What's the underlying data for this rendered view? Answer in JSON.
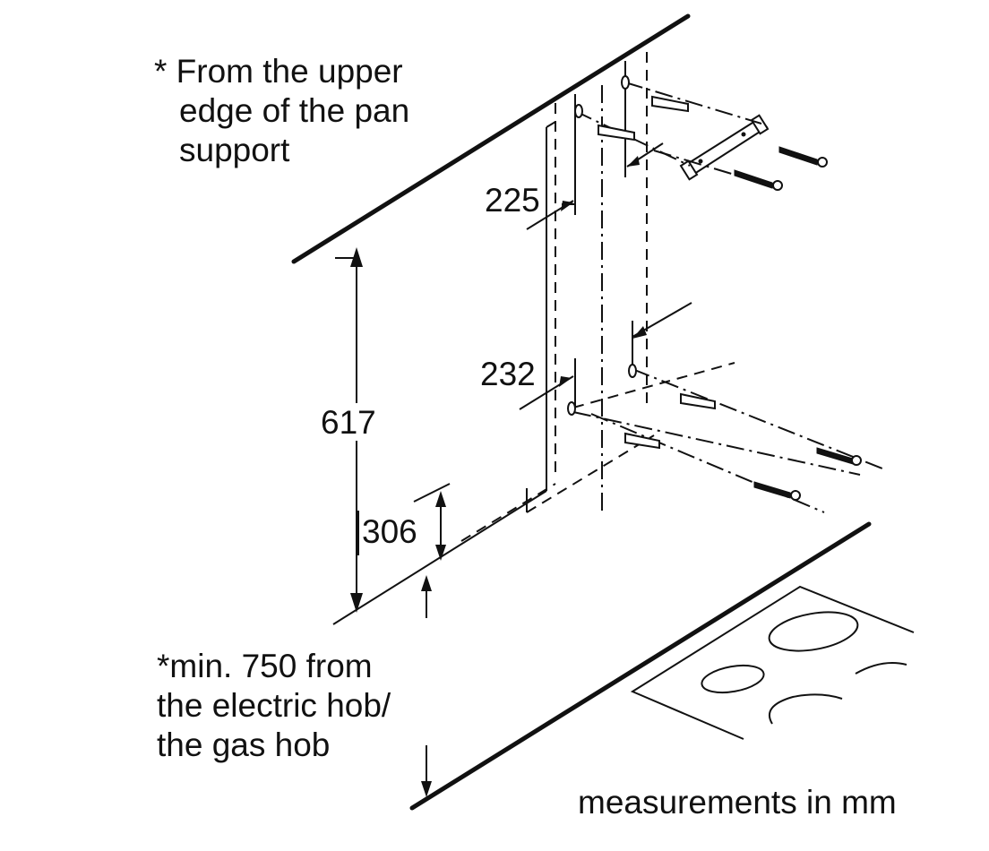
{
  "notes": {
    "top_line1": "* From the upper",
    "top_line2": "edge of the pan",
    "top_line3": "support",
    "bottom_line1": "*min. 750 from",
    "bottom_line2": "the electric hob/",
    "bottom_line3": "the gas hob",
    "units": "measurements in mm"
  },
  "dimensions": {
    "d225": "225",
    "d232": "232",
    "d617": "617",
    "d306": "306"
  }
}
